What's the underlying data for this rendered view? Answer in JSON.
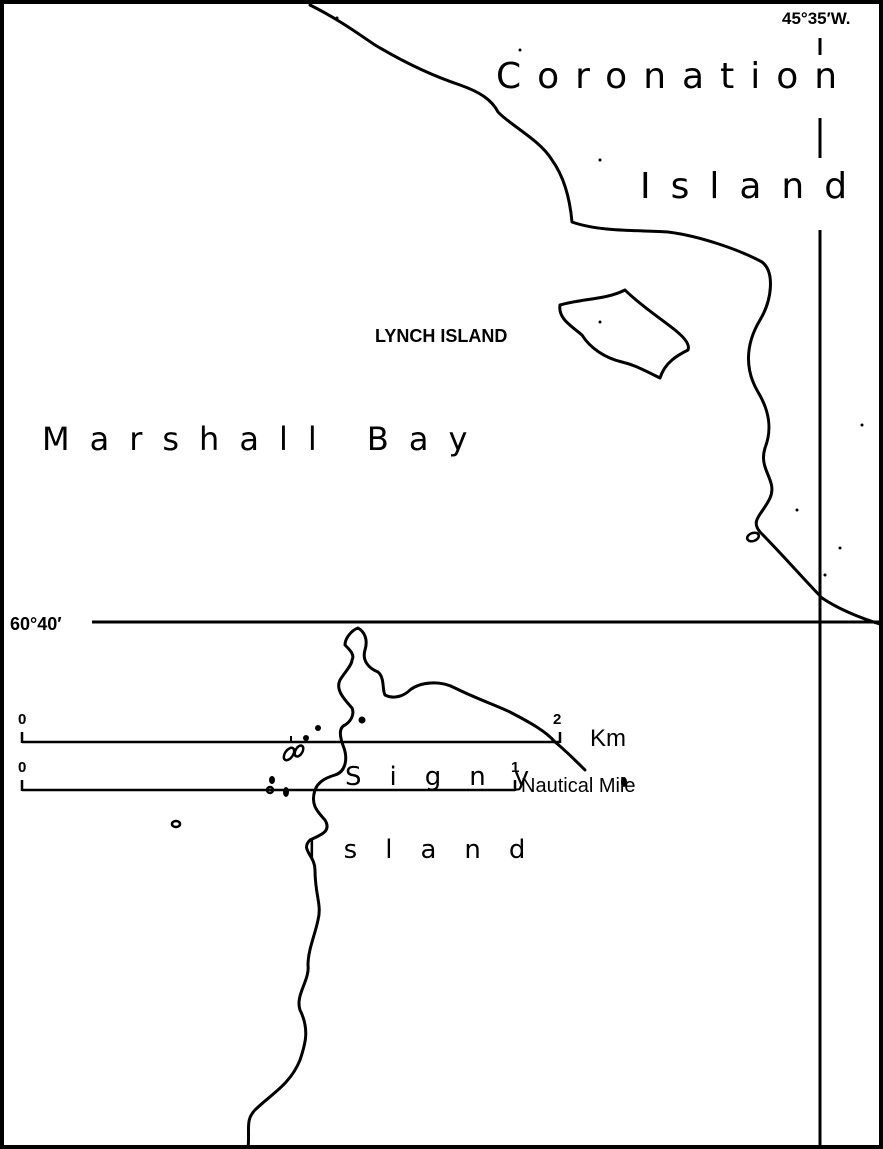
{
  "labels": {
    "longitude": "45°35′W.",
    "latitude": "60°40′",
    "coronation": "Coronation",
    "island_top": "Island",
    "lynch": "LYNCH ISLAND",
    "marshall": "Marshall Bay",
    "signy": "Signy",
    "island_bottom": "Island"
  },
  "scale": {
    "km_start": "0",
    "km_end": "2",
    "km_unit": "Km",
    "nm_start": "0",
    "nm_end": "1",
    "nm_unit": "Nautical Mile"
  }
}
